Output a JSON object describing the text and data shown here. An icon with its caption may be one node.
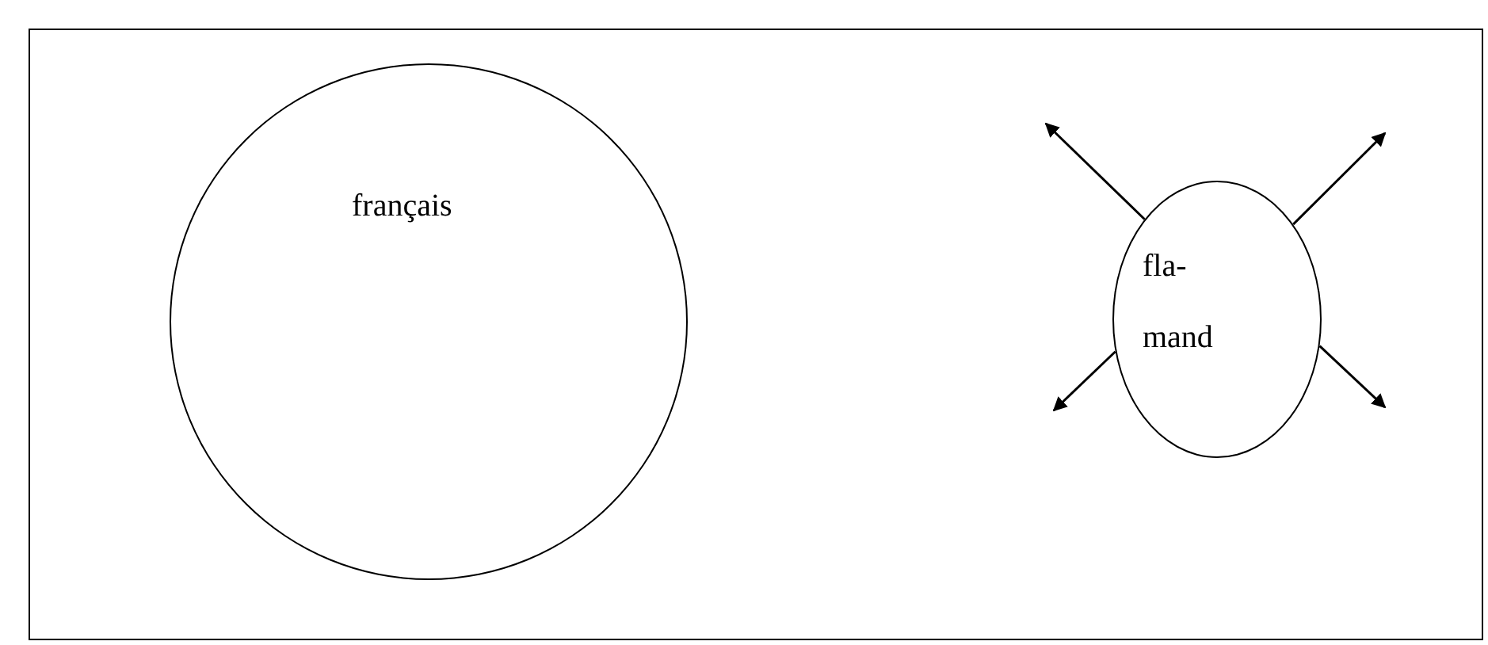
{
  "diagram": {
    "nodes": [
      {
        "text": [
          "français"
        ]
      },
      {
        "text": [
          "fla- mand"
        ]
      }
    ],
    "edges": [
      {
        "from": 1,
        "to": null,
        "arrow": "to"
      },
      {
        "from": 1,
        "to": null,
        "arrow": "to"
      },
      {
        "from": 1,
        "to": null,
        "arrow": "to"
      },
      {
        "from": 1,
        "to": null,
        "arrow": "to"
      }
    ]
  }
}
